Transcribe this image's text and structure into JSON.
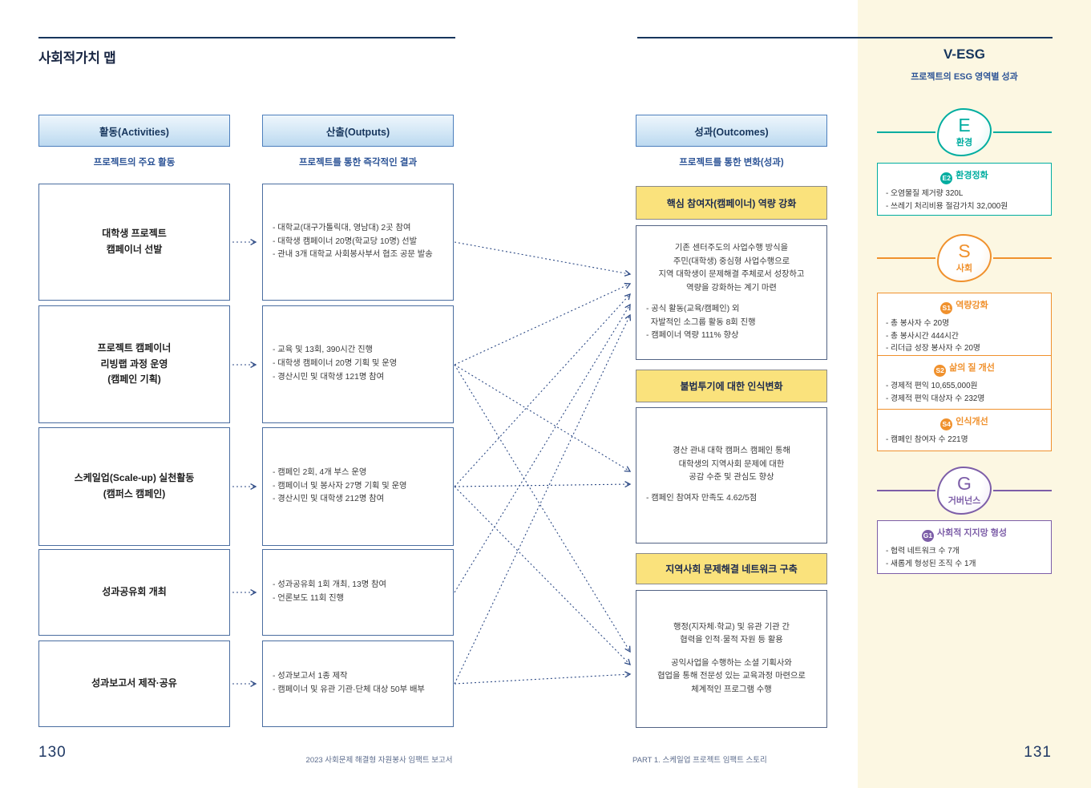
{
  "page": {
    "title": "사회적가치 맵",
    "footer": {
      "page_left": "130",
      "doc_title": "2023 사회문제 해결형 자원봉사 임팩트 보고서",
      "part_title": "PART 1. 스케일업 프로젝트 임팩트 스토리",
      "page_right": "131"
    }
  },
  "colors": {
    "accent_navy": "#17365D",
    "header_fill_blue": "#BCD9F0",
    "outcome_header_yellow": "#FAE27C",
    "arrow_navy": "#2D4A85",
    "esg_environment": "#00ADA0",
    "esg_social": "#F0912D",
    "esg_governance": "#7D5EA8",
    "esg_panel_cream": "#FCF7E2"
  },
  "activities": {
    "header": "활동(Activities)",
    "subtitle": "프로젝트의 주요 활동",
    "items": [
      "대학생 프로젝트\n캠페이너 선발",
      "프로젝트 캠페이너\n리빙랩 과정 운영\n(캠페인 기획)",
      "스케일업(Scale-up) 실천활동\n(캠퍼스 캠페인)",
      "성과공유회 개최",
      "성과보고서 제작·공유"
    ]
  },
  "outputs": {
    "header": "산출(Outputs)",
    "subtitle": "프로젝트를 통한 즉각적인 결과",
    "items": [
      "- 대학교(대구가톨릭대, 영남대) 2곳 참여\n- 대학생 캠페이너 20명(학교당 10명) 선발\n- 관내 3개 대학교 사회봉사부서 협조 공문 발송",
      "- 교육 및 13회, 390시간 진행\n- 대학생 캠페이너 20명 기획 및 운영\n- 경산시민 및 대학생 121명 참여",
      "- 캠페인 2회, 4개 부스 운영\n- 캠페이너 및 봉사자 27명 기획 및 운영\n- 경산시민 및 대학생 212명 참여",
      "- 성과공유회 1회 개최, 13명 참여\n- 언론보도 11회 진행",
      "- 성과보고서 1종 제작\n- 캠페이너 및 유관 기관·단체 대상 50부 배부"
    ]
  },
  "outcomes": {
    "header": "성과(Outcomes)",
    "subtitle": "프로젝트를 통한 변화(성과)",
    "groups": [
      {
        "title": "핵심 참여자(캠페이너) 역량 강화",
        "paragraph": "기존 센터주도의 사업수행 방식을\n주민(대학생) 중심형 사업수행으로\n지역 대학생이 문제해결 주체로서 성장하고\n역량을 강화하는 계기 마련",
        "bullets": "- 공식 활동(교육/캠페인) 외\n  자발적인 소그룹 활동 8회 진행\n- 캠페이너 역량 111% 향상"
      },
      {
        "title": "불법투기에 대한 인식변화",
        "paragraph": "경산 관내 대학 캠퍼스 캠페인 통해\n대학생의 지역사회 문제에 대한\n공감 수준 및 관심도 향상",
        "bullets": "- 캠페인 참여자 만족도 4.62/5점"
      },
      {
        "title": "지역사회 문제해결 네트워크 구축",
        "paragraph": "행정(지자체·학교) 및 유관 기관 간\n협력을 인적·물적 자원 등 활용",
        "paragraph2": "공익사업을 수행하는 소셜 기획사와\n협업을 통해 전문성 있는 교육과정 마련으로\n체계적인 프로그램 수행"
      }
    ]
  },
  "esg": {
    "title": "V-ESG",
    "subtitle": "프로젝트의 ESG 영역별 성과",
    "sections": [
      {
        "letter": "E",
        "label": "환경",
        "color": "#00ADA0",
        "cards": [
          {
            "badge": "E2",
            "title": "환경정화",
            "bullets": "- 오염물질 제거량 320L\n- 쓰레기 처리비용 절감가치 32,000원"
          }
        ]
      },
      {
        "letter": "S",
        "label": "사회",
        "color": "#F0912D",
        "cards": [
          {
            "badge": "S1",
            "title": "역량강화",
            "bullets": "- 총 봉사자 수 20명\n- 총 봉사시간 444시간\n- 리더급 성장 봉사자 수 20명"
          },
          {
            "badge": "S2",
            "title": "삶의 질 개선",
            "bullets": "- 경제적 편익 10,655,000원\n- 경제적 편익 대상자 수 232명"
          },
          {
            "badge": "S4",
            "title": "인식개선",
            "bullets": "- 캠페인 참여자 수 221명"
          }
        ]
      },
      {
        "letter": "G",
        "label": "거버넌스",
        "color": "#7D5EA8",
        "cards": [
          {
            "badge": "G1",
            "title": "사회적 지지망 형성",
            "bullets": "- 협력 네트워크 수 7개\n- 새롭게 형성된 조직 수 1개"
          }
        ]
      }
    ]
  }
}
